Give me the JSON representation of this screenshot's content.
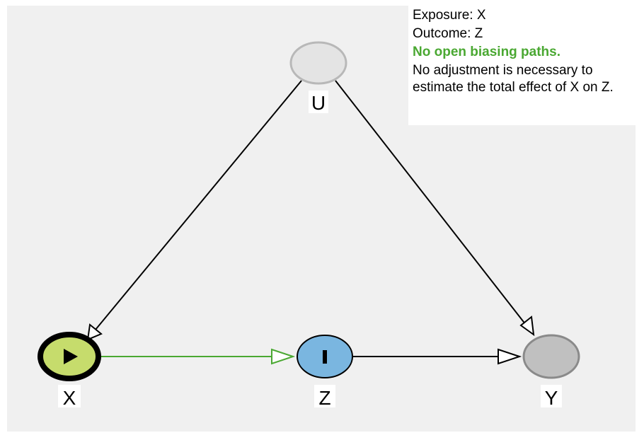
{
  "summary": {
    "exposure": "Exposure: X",
    "outcome": "Outcome: Z",
    "status": "No open biasing paths.",
    "message": "No adjustment is necessary to estimate the total effect of X on Z."
  },
  "colors": {
    "canvas": "#f0f0f0",
    "causal_path": "#4aa832",
    "exposure_fill": "#c6dc6c",
    "outcome_fill": "#7ab6e0",
    "latent_fill": "#e4e4e4",
    "other_fill": "#c0c0c0"
  },
  "nodes": [
    {
      "id": "U",
      "label": "U",
      "role": "latent",
      "icon": "none"
    },
    {
      "id": "X",
      "label": "X",
      "role": "exposure",
      "icon": "play-icon"
    },
    {
      "id": "Z",
      "label": "Z",
      "role": "outcome",
      "icon": "bar-icon"
    },
    {
      "id": "Y",
      "label": "Y",
      "role": "other",
      "icon": "none"
    }
  ],
  "edges": [
    {
      "from": "U",
      "to": "X",
      "causal": false
    },
    {
      "from": "U",
      "to": "Y",
      "causal": false
    },
    {
      "from": "X",
      "to": "Z",
      "causal": true
    },
    {
      "from": "Z",
      "to": "Y",
      "causal": false
    }
  ]
}
